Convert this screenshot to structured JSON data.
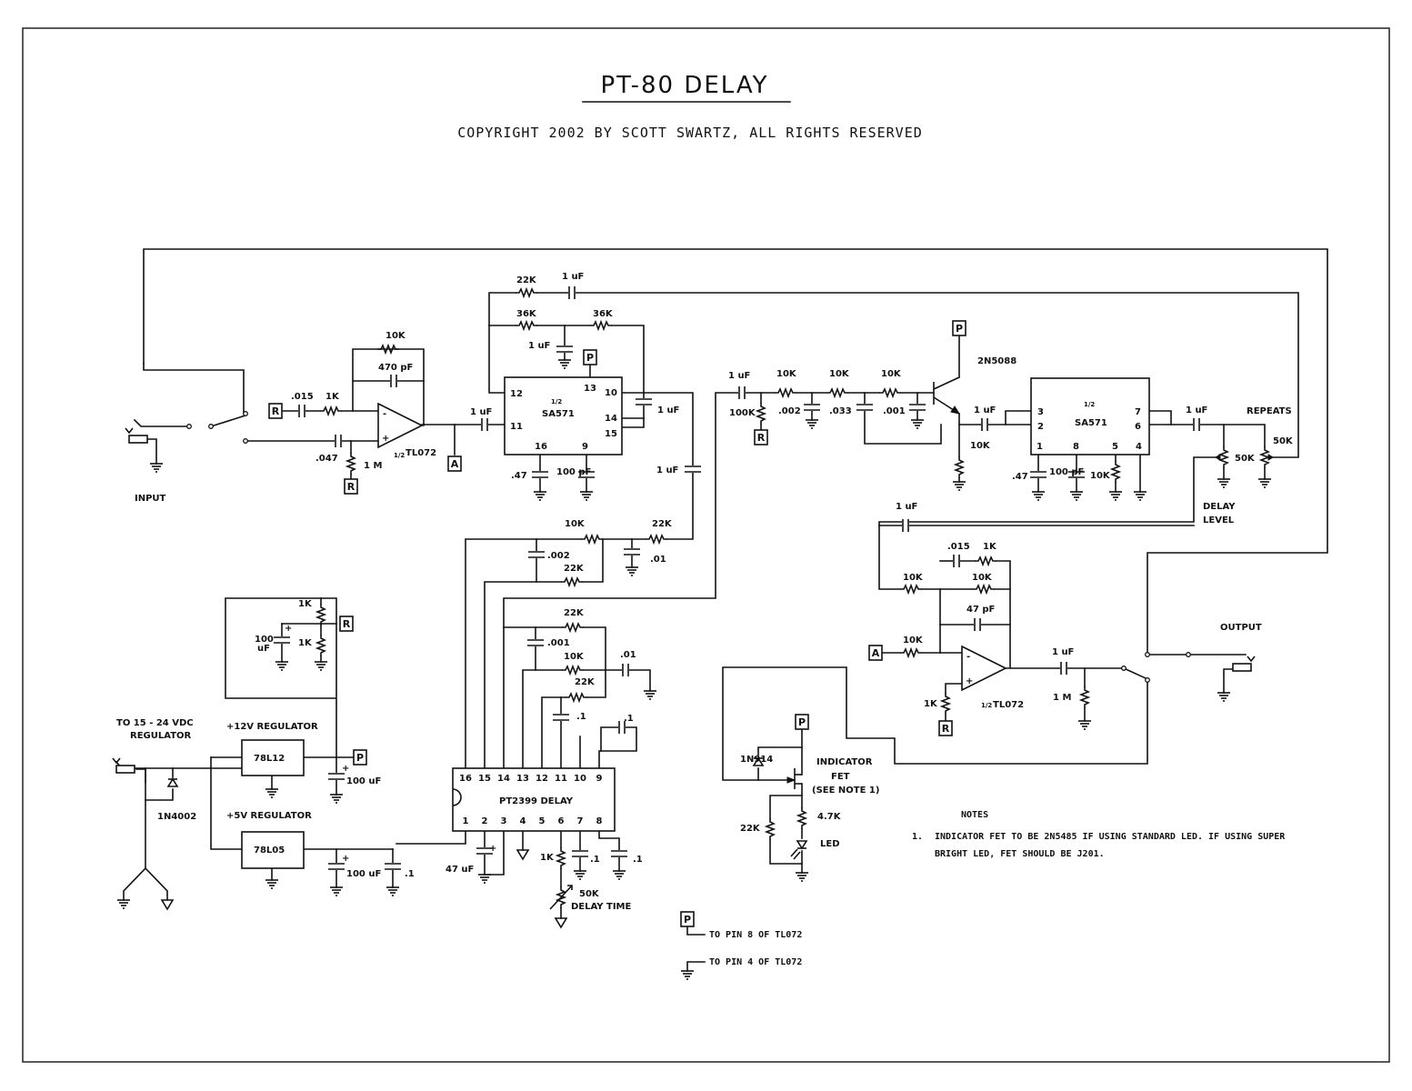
{
  "title": "PT-80 DELAY",
  "copyright": "COPYRIGHT 2002 BY SCOTT SWARTZ, ALL RIGHTS RESERVED",
  "net_tags": {
    "R": "R",
    "A": "A",
    "P": "P"
  },
  "input_stage": {
    "jack_label": "INPUT",
    "c_in": ".015",
    "r_in": "1K",
    "r_fb": "10K",
    "c_fb": "470 pF",
    "c_plus": ".047",
    "r_plus": "1 M",
    "opamp": "TL072",
    "opamp_frac": "1/2",
    "c_out": "1 uF"
  },
  "compander_1": {
    "chip": "SA571",
    "chip_frac": "1/2",
    "pins": {
      "p12": "12",
      "p13": "13",
      "p10": "10",
      "p11": "11",
      "p14": "14",
      "p15": "15",
      "p16": "16",
      "p9": "9"
    },
    "r_top": "22K",
    "c_top": "1 uF",
    "r_36a": "36K",
    "r_36b": "36K",
    "c_mid": "1 uF",
    "c_right": "1 uF",
    "c_out": "1 uF",
    "c_16": ".47",
    "c_9": "100 pF"
  },
  "filter_1": {
    "r1": "10K",
    "r2": "22K",
    "r3": "22K",
    "c1": ".002",
    "c2": ".01"
  },
  "filter_2": {
    "r1": "22K",
    "r2": "10K",
    "r3": "22K",
    "c1": ".001",
    "c2": ".01",
    "c3": ".1",
    "c4": ".1"
  },
  "delay_chip": {
    "name": "PT2399 DELAY",
    "top_pins": [
      "16",
      "15",
      "14",
      "13",
      "12",
      "11",
      "10",
      "9"
    ],
    "bottom_pins": [
      "1",
      "2",
      "3",
      "4",
      "5",
      "6",
      "7",
      "8"
    ],
    "c_pin2": "47 uF",
    "r_pin6": "1K",
    "pot_pin6": "50K",
    "pot_label": "DELAY TIME",
    "c_pin7": ".1",
    "c_pin8": ".1"
  },
  "lowpass_buffer": {
    "c_in": "1 uF",
    "r_bias": "100K",
    "r1": "10K",
    "r2": "10K",
    "r3": "10K",
    "c1": ".002",
    "c2": ".033",
    "c3": ".001",
    "transistor": "2N5088",
    "r_emitter": "10K",
    "c_out": "1 uF"
  },
  "compander_2": {
    "chip": "SA571",
    "chip_frac": "1/2",
    "pins": {
      "p3": "3",
      "p2": "2",
      "p7": "7",
      "p6": "6",
      "p1": "1",
      "p8": "8",
      "p5": "5",
      "p4": "4"
    },
    "c_1": ".47",
    "c_8": "100 pF",
    "r_5": "10K",
    "c_out": "1 uF",
    "repeats_label": "REPEATS",
    "repeats_pot": "50K",
    "level_pot": "50K",
    "level_label": "DELAY LEVEL"
  },
  "output_stage": {
    "c_in": "1 uF",
    "r_in_delay": "10K",
    "c_fb1": ".015",
    "r_fb1": "1K",
    "r_fb2": "10K",
    "c_fb2": "47 pF",
    "r_in_dry": "10K",
    "r_plus": "1K",
    "opamp": "TL072",
    "opamp_frac": "1/2",
    "c_out": "1 uF",
    "r_out": "1 M",
    "jack_label": "OUTPUT"
  },
  "indicator": {
    "diode": "1N914",
    "fet_label_1": "INDICATOR",
    "fet_label_2": "FET",
    "fet_label_3": "(SEE NOTE 1)",
    "r_led": "4.7K",
    "r_gate": "22K",
    "led": "LED"
  },
  "power": {
    "jack_label_1": "TO 15 - 24 VDC",
    "jack_label_2": "REGULATOR",
    "diode": "1N4002",
    "reg12_label": "+12V REGULATOR",
    "reg12": "78L12",
    "reg5_label": "+5V REGULATOR",
    "reg5": "78L05",
    "c12": "100 uF",
    "c5": "100 uF",
    "c5b": ".1",
    "ref_r1": "1K",
    "ref_r2": "1K",
    "ref_c": "100 uF",
    "ref_c_1": "100",
    "ref_c_2": "uF"
  },
  "legend": {
    "p_note": "TO PIN 8 OF TL072",
    "gnd_note": "TO PIN 4 OF TL072"
  },
  "notes": {
    "heading": "NOTES",
    "n1_num": "1.",
    "n1_line1": "INDICATOR FET TO BE 2N5485 IF USING STANDARD LED.  IF USING SUPER",
    "n1_line2": "BRIGHT LED, FET SHOULD BE J201."
  }
}
